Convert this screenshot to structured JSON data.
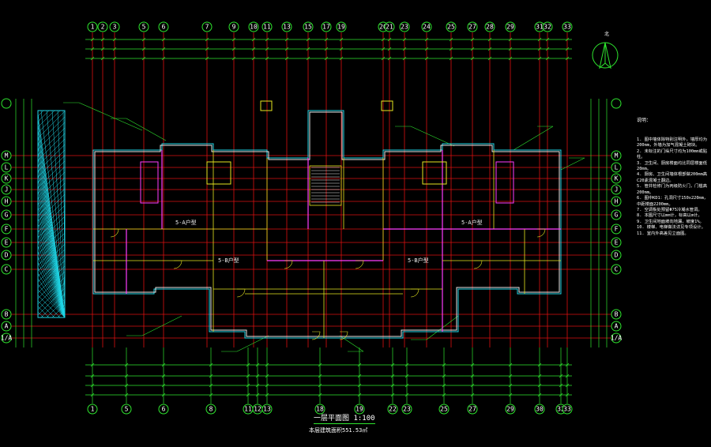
{
  "drawing": {
    "title": "一层平面图",
    "scale": "1:100",
    "area_label": "本层建筑面积",
    "area_value": "551.53㎡"
  },
  "north": {
    "label": "北"
  },
  "grid_top": [
    "1",
    "2",
    "3",
    "5",
    "6",
    "7",
    "9",
    "10",
    "11",
    "13",
    "15",
    "17",
    "19",
    "20",
    "21",
    "23",
    "24",
    "25",
    "27",
    "28",
    "29",
    "31",
    "32",
    "33"
  ],
  "grid_bottom": [
    "1",
    "5",
    "6",
    "8",
    "11",
    "12",
    "13",
    "18",
    "19",
    "22",
    "23",
    "25",
    "27",
    "29",
    "30",
    "32",
    "33"
  ],
  "grid_side": [
    "M",
    "L",
    "K",
    "J",
    "H",
    "G",
    "F",
    "E",
    "D",
    "C",
    "B",
    "A",
    "1/A"
  ],
  "units": {
    "left_a": "5-A户型",
    "right_a": "5-A户型",
    "left_b": "5-B户型",
    "right_b": "5-B户型"
  },
  "notes": {
    "title": "说明：",
    "lines": [
      "1. 图中墙体除特别注明外，墙厚均为200mm，外墙为加气混凝土砌块。",
      "2. 未标注的门垛尺寸均为100mm或贴柱。",
      "3. 卫生间、厨房楼面均比同层楼面低20mm。",
      "4. 厨房、卫生间墙体根部做200mm高C20素混凝土翻边。",
      "5. 管井检修门为丙级防火门，门槛高200mm。",
      "6. 图中KD1：孔洞尺寸150x220mm，中距楼面2200mm。",
      "7. 空调板处预留Φ75冷凝水管洞。",
      "8. 本图尺寸以mm计，标高以m计。",
      "9. 卫生间地面坡向地漏，坡度1%。",
      "10. 楼梯、电梯做法详见专项设计。",
      "11. 室内外高差见立面图。"
    ]
  }
}
